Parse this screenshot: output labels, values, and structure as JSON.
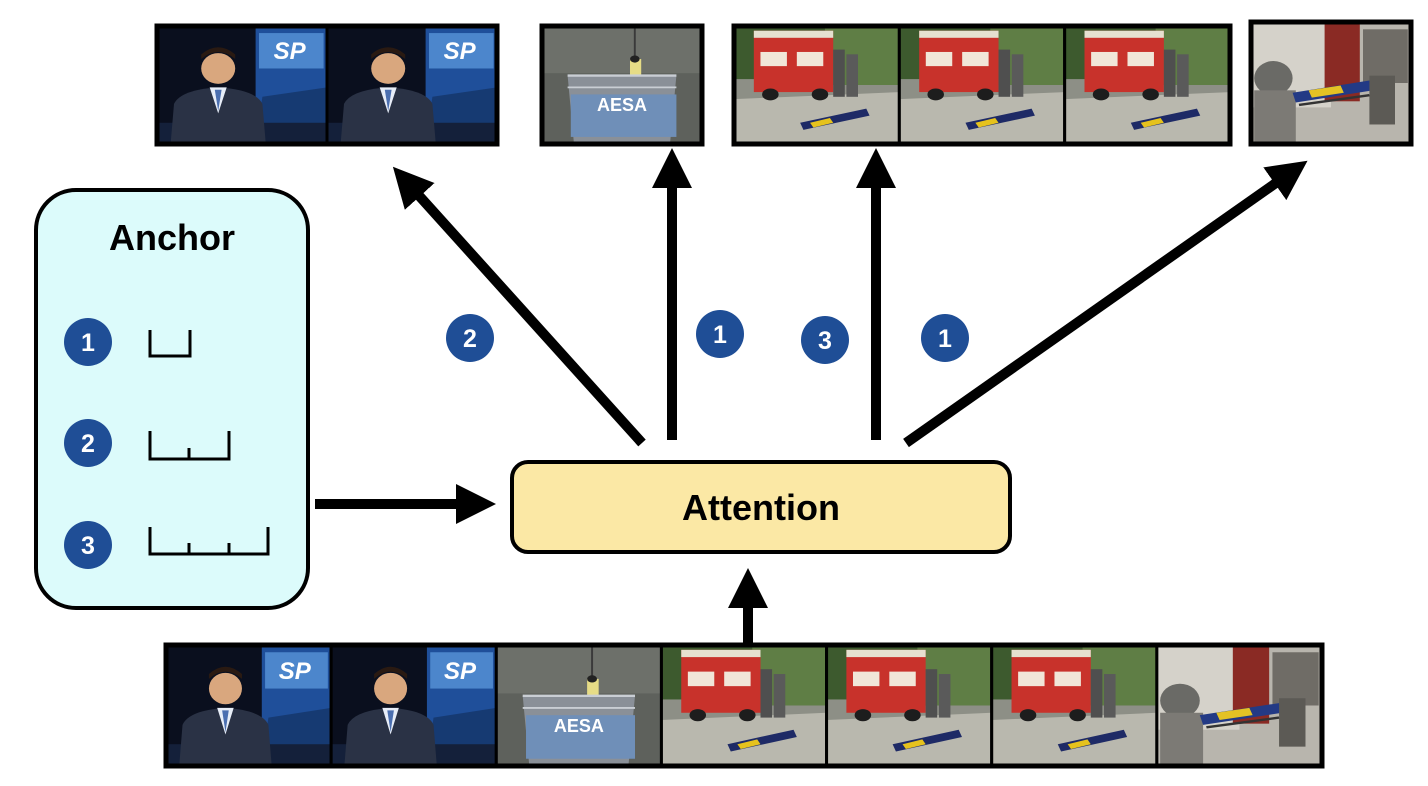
{
  "anchor_box": {
    "title": "Anchor",
    "items": [
      {
        "number": "1",
        "segments": 1
      },
      {
        "number": "2",
        "segments": 2
      },
      {
        "number": "3",
        "segments": 3
      }
    ]
  },
  "attention_box": {
    "label": "Attention"
  },
  "arrow_badges": [
    "2",
    "1",
    "3",
    "1"
  ],
  "top_groups": [
    {
      "frames": [
        "news-anchor",
        "news-anchor"
      ]
    },
    {
      "frames": [
        "aesa-gondola"
      ]
    },
    {
      "frames": [
        "ambulance-street",
        "ambulance-street",
        "ambulance-street"
      ]
    },
    {
      "frames": [
        "stretcher-loading"
      ]
    }
  ],
  "input_frames": [
    "news-anchor",
    "news-anchor",
    "aesa-gondola",
    "ambulance-street",
    "ambulance-street",
    "ambulance-street",
    "stretcher-loading"
  ],
  "thumbnail_text": {
    "channel_logo": "SP",
    "gondola_sign": "AESA"
  },
  "colors": {
    "anchor_fill": "#dcfbfb",
    "attention_fill": "#fbe8a5",
    "badge_fill": "#1f4e96",
    "stroke": "#000000"
  }
}
